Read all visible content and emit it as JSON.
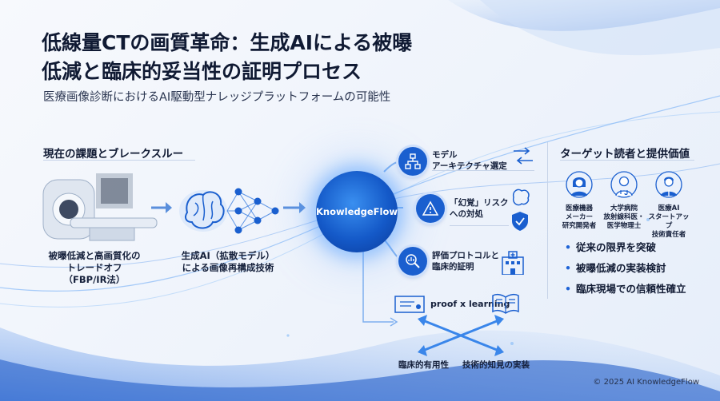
{
  "header": {
    "title": "低線量CTの画質革命：生成AIによる被曝低減と臨床的妥当性の証明プロセス",
    "subtitle": "医療画像診断におけるAI駆動型ナレッジプラットフォームの可能性"
  },
  "left_section": {
    "heading": "現在の課題とブレークスルー",
    "ct_caption": "被曝低減と高画質化の\nトレードオフ\n（FBP/IR法）",
    "ai_caption": "生成AI（拡散モデル）\nによる画像再構成技術"
  },
  "hub": {
    "label": "KnowledgeFlow"
  },
  "branches": [
    {
      "label": "モデル\nアーキテクチャ選定",
      "icon": "hierarchy-icon"
    },
    {
      "label": "「幻覚」リスク\nへの対処",
      "icon": "warning-icon"
    },
    {
      "label": "評価プロトコルと\n臨床的証明",
      "icon": "magnifier-chart-icon"
    }
  ],
  "proof": {
    "label": "proof x learning",
    "left": "臨床的有用性",
    "right": "技術的知見の実装"
  },
  "right_section": {
    "heading": "ターゲット読者と提供価値",
    "personas": [
      {
        "label": "医療機器\nメーカー\n研究開発者"
      },
      {
        "label": "大学病院\n放射線科医・\n医学物理士"
      },
      {
        "label": "医療AI\nスタートアップ\n技術責任者"
      }
    ],
    "bullets": [
      "従来の限界を突破",
      "被曝低減の実装検討",
      "臨床現場での信頼性確立"
    ]
  },
  "footer": {
    "copyright": "© 2025 AI KnowledgeFlow"
  },
  "colors": {
    "accent": "#1a5fcf",
    "dark": "#101a33",
    "glow": "#4a96ff"
  }
}
